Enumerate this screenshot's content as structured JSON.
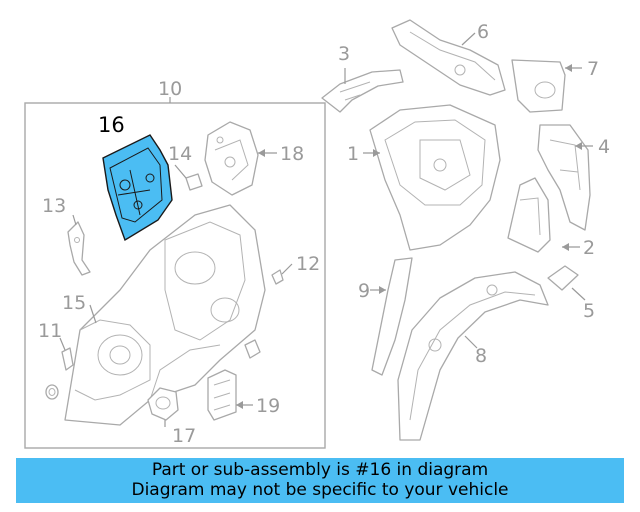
{
  "callouts": {
    "c1": "1",
    "c2": "2",
    "c3": "3",
    "c4": "4",
    "c5": "5",
    "c6": "6",
    "c7": "7",
    "c8": "8",
    "c9": "9",
    "c10": "10",
    "c11": "11",
    "c12": "12",
    "c13": "13",
    "c14": "14",
    "c15": "15",
    "c16": "16",
    "c17": "17",
    "c18": "18",
    "c19": "19"
  },
  "highlight_color": "#4bbdf3",
  "banner": {
    "line1": "Part or sub-assembly is #16 in diagram",
    "line2": "Diagram may not be specific to your vehicle"
  }
}
